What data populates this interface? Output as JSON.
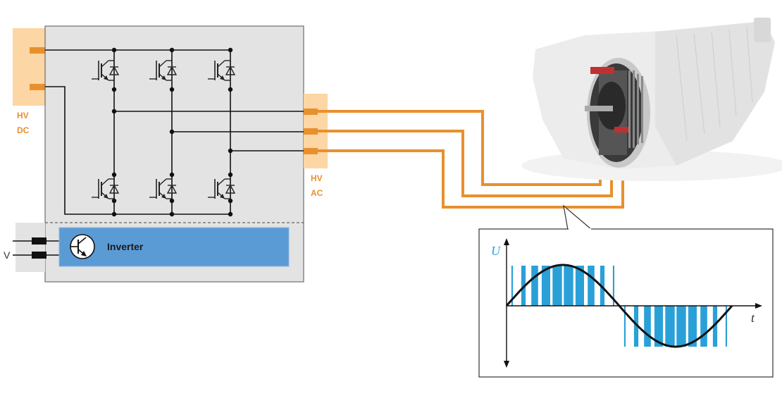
{
  "labels": {
    "hv_dc_line1": "HV",
    "hv_dc_line2": "DC",
    "hv_ac_line1": "HV",
    "hv_ac_line2": "AC",
    "inverter": "Inverter",
    "lv_voltage": "V"
  },
  "waveform_axes": {
    "y_label": "U",
    "x_label": "t"
  },
  "colors": {
    "orange": "#e8902e",
    "orange_pad": "#fcd6a4",
    "inverter_blue": "#5b9bd5",
    "pwm_blue": "#2aa0d8",
    "panel_gray": "#e3e3e3"
  },
  "icons": [
    "transistor-icon",
    "igbt-icon",
    "transmission-icon"
  ]
}
